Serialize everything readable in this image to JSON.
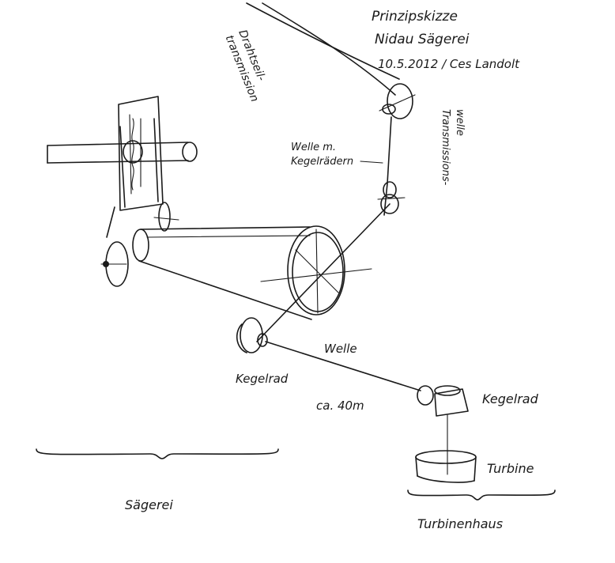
{
  "header": {
    "line1": "Prinzipskizze",
    "line2": "Nidau Sägerei",
    "line3": "10.5.2012 / Ces Landolt"
  },
  "labels": {
    "drahtseil": [
      "Drahtseil-",
      "transmission"
    ],
    "welle_kegel": [
      "Welle m.",
      "Kegelrädern"
    ],
    "transmissionswelle": [
      "Transmissions-",
      "welle"
    ],
    "kegelrad_left": "Kegelrad",
    "welle": "Welle",
    "distance": "ca. 40m",
    "kegelrad_right": "Kegelrad",
    "turbine": "Turbine",
    "saegerei": "Sägerei",
    "turbinenhaus": "Turbinenhaus"
  }
}
